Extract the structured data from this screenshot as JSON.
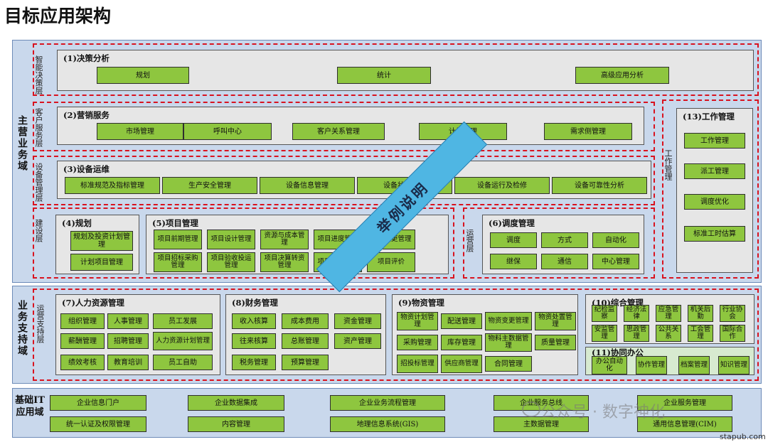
{
  "title": "目标应用架构",
  "domains": {
    "main": "主营业务域",
    "support": "业务支持域",
    "it": "基础IT应用域"
  },
  "layers": {
    "decision": "智能决策层",
    "customer": "客户服务层",
    "equipment": "设备管理层",
    "construction": "建设层",
    "operation": "运营层",
    "work": "工作管理",
    "ops_support": "运营支持层"
  },
  "sections": {
    "s1": {
      "title": "(1)决策分析",
      "items": [
        "规划",
        "统计",
        "高级应用分析"
      ]
    },
    "s2": {
      "title": "(2)营销服务",
      "items": [
        "市场管理",
        "呼叫中心",
        "客户关系管理",
        "计量管理",
        "需求侧管理"
      ]
    },
    "s3": {
      "title": "(3)设备运维",
      "items": [
        "标准规范及指标管理",
        "生产安全管理",
        "设备信息管理",
        "设备状态监测",
        "设备运行及检修",
        "设备可靠性分析"
      ]
    },
    "s4": {
      "title": "(4)规划",
      "items": [
        "规划及投资计划管理",
        "计划项目管理"
      ]
    },
    "s5": {
      "title": "(5)项目管理",
      "items": [
        "项目前期管理",
        "项目设计管理",
        "资源与成本管理",
        "项目进度管理",
        "项目变更管理",
        "项目招标采购管理",
        "项目验收投运管理",
        "项目决算转资管理",
        "项目综合管理",
        "项目评价"
      ]
    },
    "s6": {
      "title": "(6)调度管理",
      "items": [
        "调度",
        "方式",
        "自动化",
        "继保",
        "通信",
        "中心管理"
      ]
    },
    "s13": {
      "title": "(13)工作管理",
      "items": [
        "工作管理",
        "派工管理",
        "调度优化",
        "标准工时估算"
      ]
    },
    "s7": {
      "title": "(7)人力资源管理",
      "items": [
        "组织管理",
        "人事管理",
        "员工发展",
        "薪酬管理",
        "招聘管理",
        "人力资源计划管理",
        "绩效考核",
        "教育培训",
        "员工自助"
      ]
    },
    "s8": {
      "title": "(8)财务管理",
      "items": [
        "收入核算",
        "成本费用",
        "资金管理",
        "往来核算",
        "总账管理",
        "资产管理",
        "税务管理",
        "预算管理"
      ]
    },
    "s9": {
      "title": "(9)物资管理",
      "items": [
        "物资计划管理",
        "配送管理",
        "物资变更管理",
        "物资处置管理",
        "采购管理",
        "库存管理",
        "物料主数据管理",
        "质量管理",
        "招投标管理",
        "供应商管理",
        "合同管理"
      ]
    },
    "s10": {
      "title": "(10)综合管理",
      "items": [
        "纪检监察",
        "经济法律",
        "应急管理",
        "机关后勤",
        "行业协会",
        "安监管理",
        "思政管理",
        "公共关系",
        "工会管理",
        "国际合作"
      ]
    },
    "s11": {
      "title": "(11)协同办公",
      "items": [
        "办公自动化",
        "协作管理",
        "档案管理",
        "知识管理"
      ]
    },
    "it": {
      "items": [
        "企业信息门户",
        "企业数据集成",
        "企业业务流程管理",
        "企业服务总线",
        "企业服务管理",
        "统一认证及权限管理",
        "内容管理",
        "地理信息系统(GIS)",
        "主数据管理",
        "通用信息管理(CIM)"
      ]
    }
  },
  "banner": "举例说明",
  "watermark": "公众号 · 数字神化",
  "url": "stapub.com"
}
